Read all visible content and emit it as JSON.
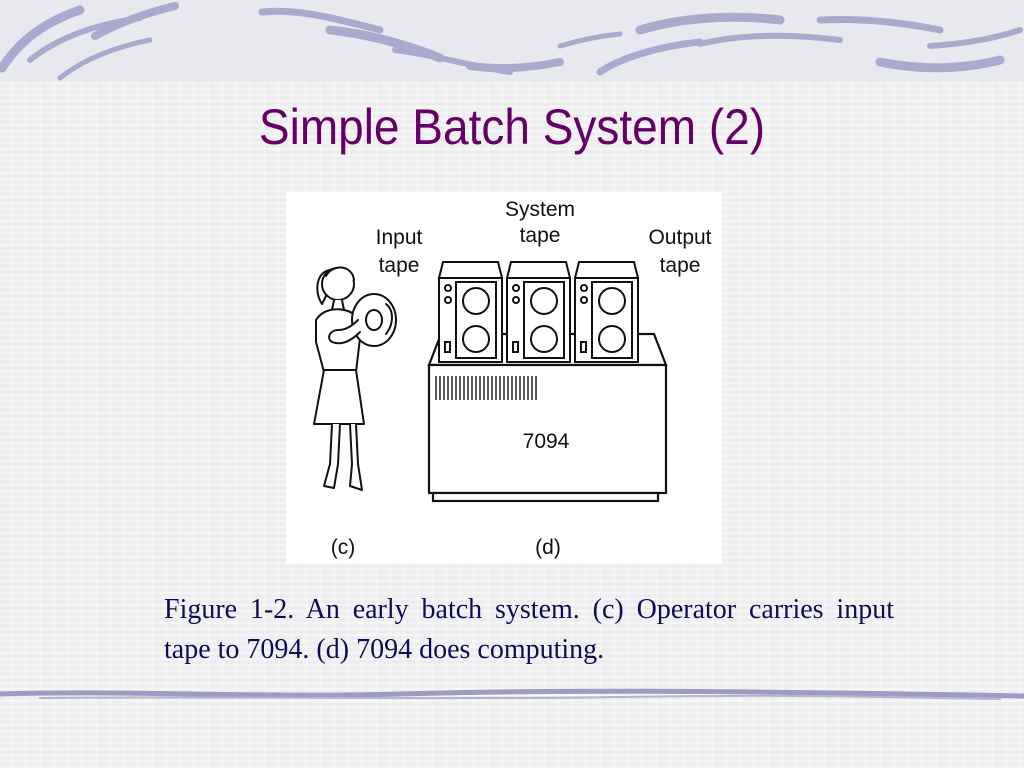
{
  "slide": {
    "title": "Simple Batch System (2)",
    "caption": "Figure 1-2. An early batch system. (c) Operator carries input tape to 7094. (d) 7094 does computing."
  },
  "figure": {
    "labels": {
      "system_tape_line1": "System",
      "system_tape_line2": "tape",
      "input_tape_line1": "Input",
      "input_tape_line2": "tape",
      "output_tape_line1": "Output",
      "output_tape_line2": "tape",
      "computer": "7094",
      "panel_c": "(c)",
      "panel_d": "(d)"
    }
  },
  "colors": {
    "title": "#660066",
    "caption": "#0d0d55",
    "band_stroke": "#9b9bc4"
  }
}
